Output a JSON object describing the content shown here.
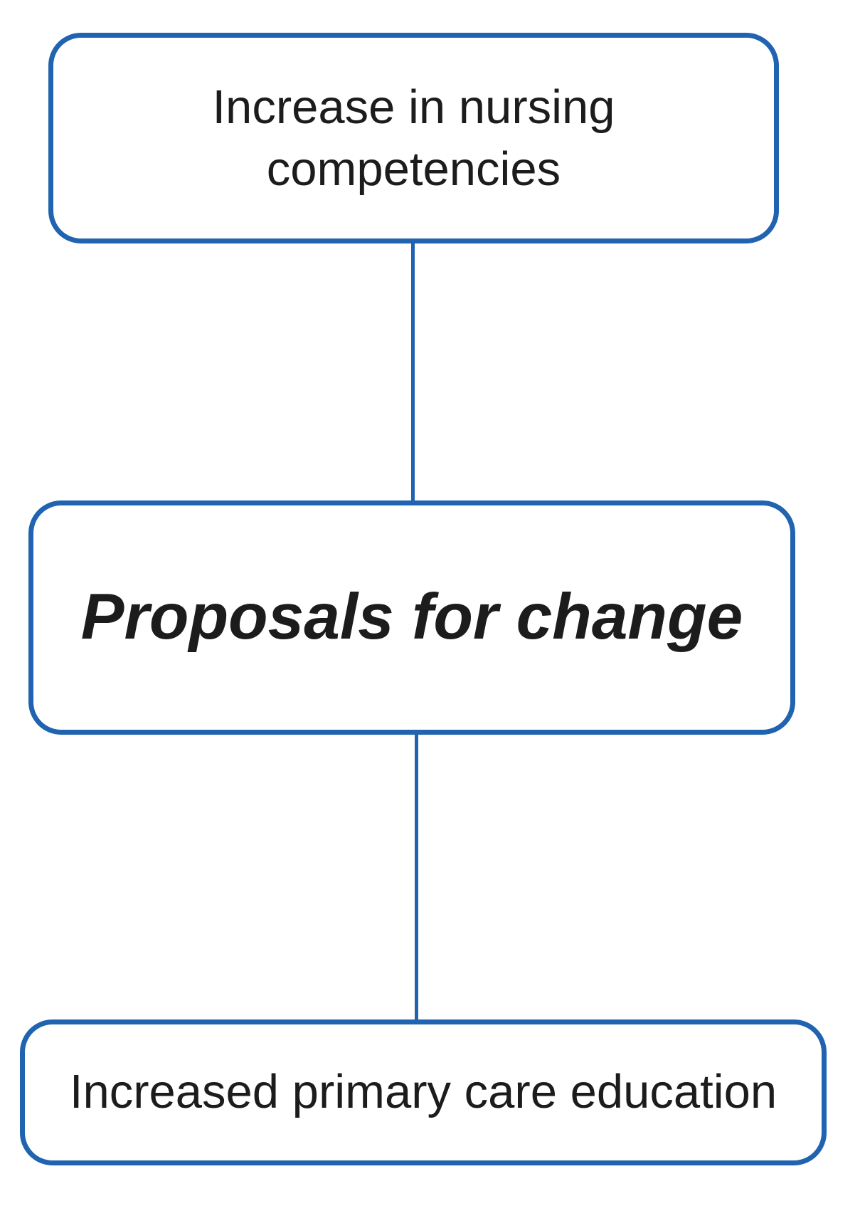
{
  "theme": {
    "accent": "#2063b0",
    "text": "#1c1c1c",
    "background": "#ffffff"
  },
  "diagram": {
    "type": "flowchart",
    "direction": "top-to-bottom",
    "nodes": {
      "top": {
        "label": "Increase in nursing competencies"
      },
      "middle": {
        "label": "Proposals for change"
      },
      "bottom": {
        "label": "Increased primary care education"
      }
    },
    "connectors": [
      {
        "from": "top",
        "to": "middle"
      },
      {
        "from": "middle",
        "to": "bottom"
      }
    ]
  }
}
